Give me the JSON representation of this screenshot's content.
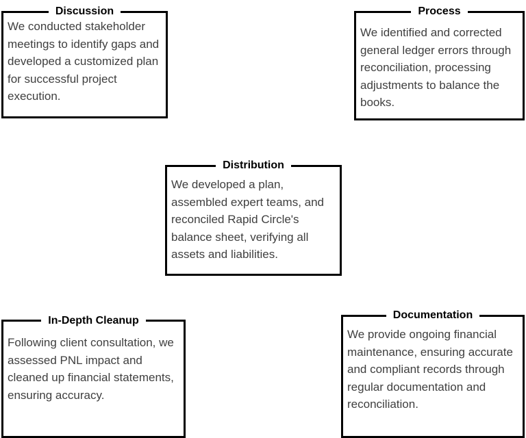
{
  "diagram": {
    "background_color": "#ffffff",
    "border_color": "#000000",
    "title_color": "#000000",
    "body_color": "#3f3f3f",
    "cards": [
      {
        "id": "discussion",
        "title": "Discussion",
        "body": "We conducted stakeholder meetings to identify gaps and developed a customized plan for successful project execution."
      },
      {
        "id": "process",
        "title": "Process",
        "body": "We identified and corrected general ledger errors through reconciliation, processing adjustments to balance the books."
      },
      {
        "id": "distribution",
        "title": "Distribution",
        "body": "We developed a plan, assembled expert teams, and reconciled Rapid Circle's balance sheet, verifying all assets and liabilities."
      },
      {
        "id": "indepth-cleanup",
        "title": "In-Depth Cleanup",
        "body": "Following client consultation, we assessed PNL impact and cleaned up financial statements, ensuring accuracy."
      },
      {
        "id": "documentation",
        "title": "Documentation",
        "body": "We provide ongoing financial maintenance, ensuring accurate and compliant records through regular documentation and reconciliation."
      }
    ]
  }
}
